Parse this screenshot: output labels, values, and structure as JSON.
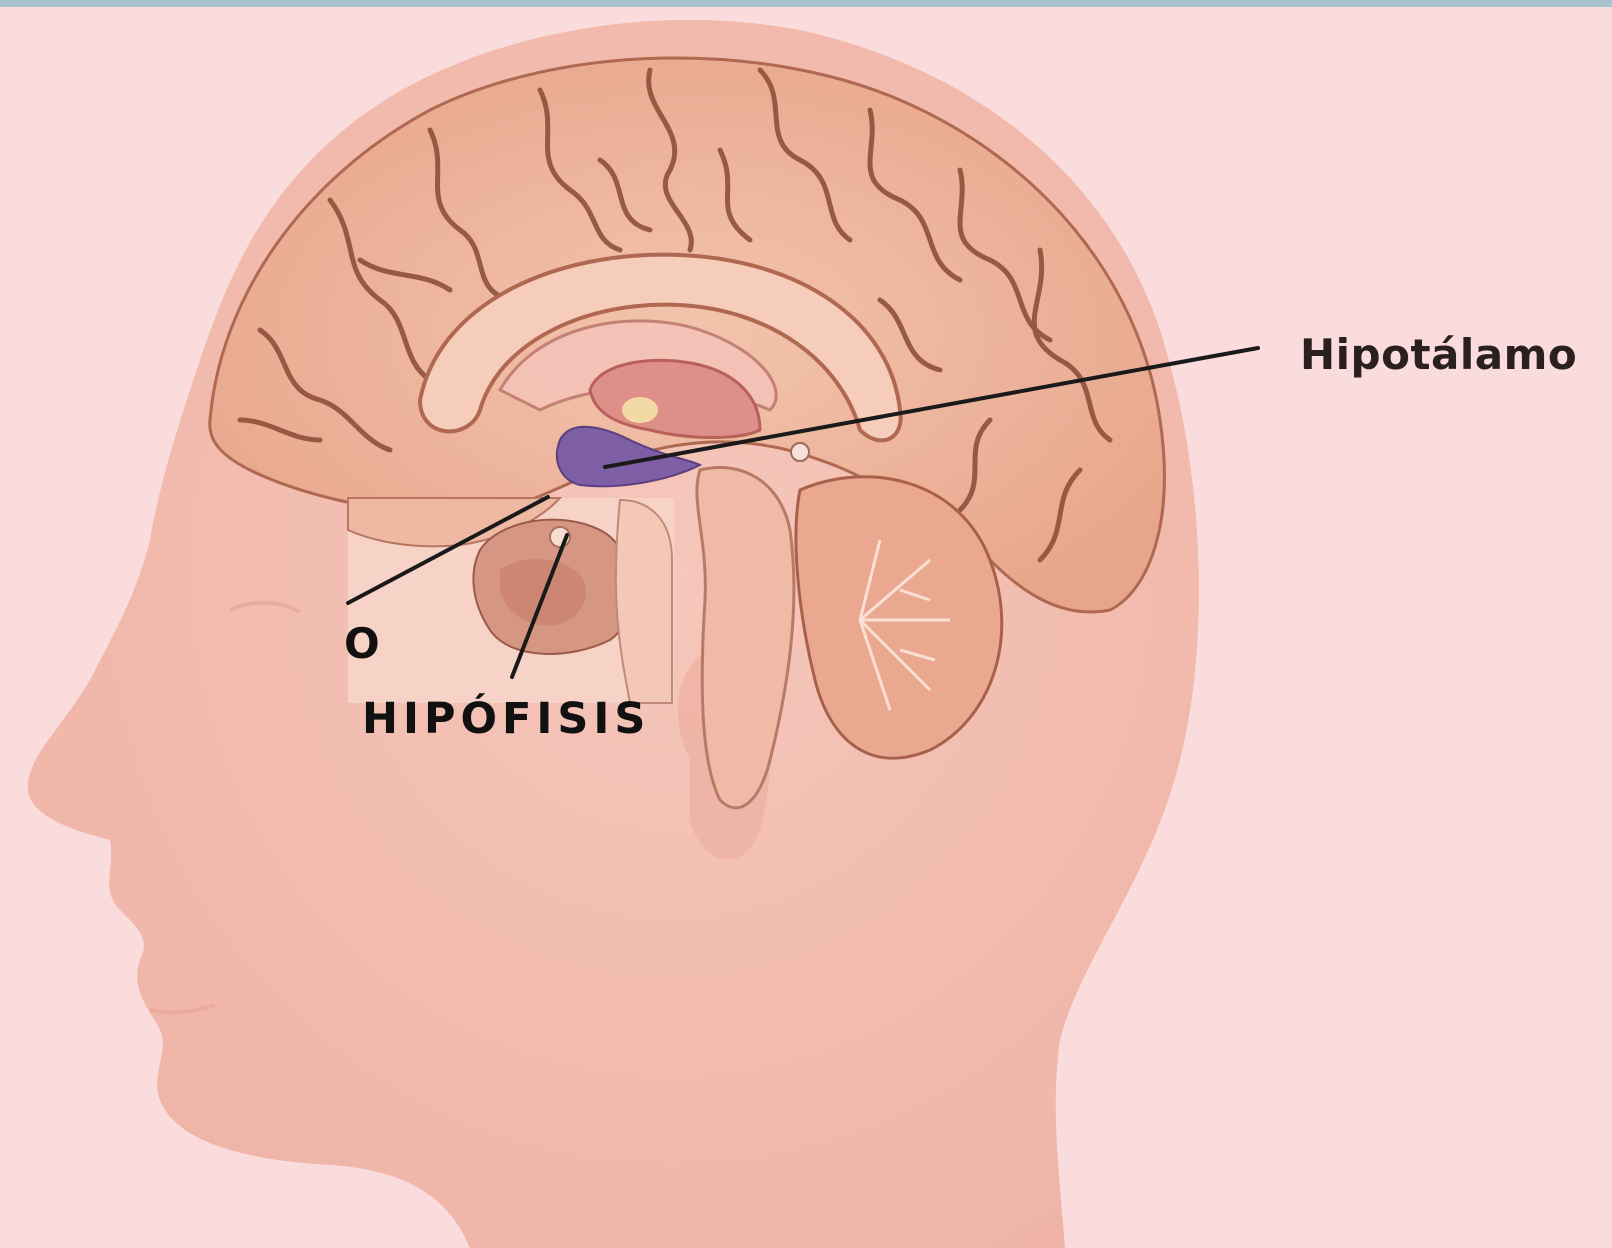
{
  "labels": {
    "hipotalamo": "Hipotálamo",
    "hipofisis": "HIPÓFISIS",
    "fragment": "O"
  },
  "colors": {
    "background": "#fbdcdc",
    "top_bar": "#a9c4ce",
    "skin": "#f2b9ad",
    "brain": "#eeb49c",
    "sulci": "#8a4a35",
    "hypothalamus": "#7e5fa6",
    "leader_line": "#1a1a1a"
  }
}
